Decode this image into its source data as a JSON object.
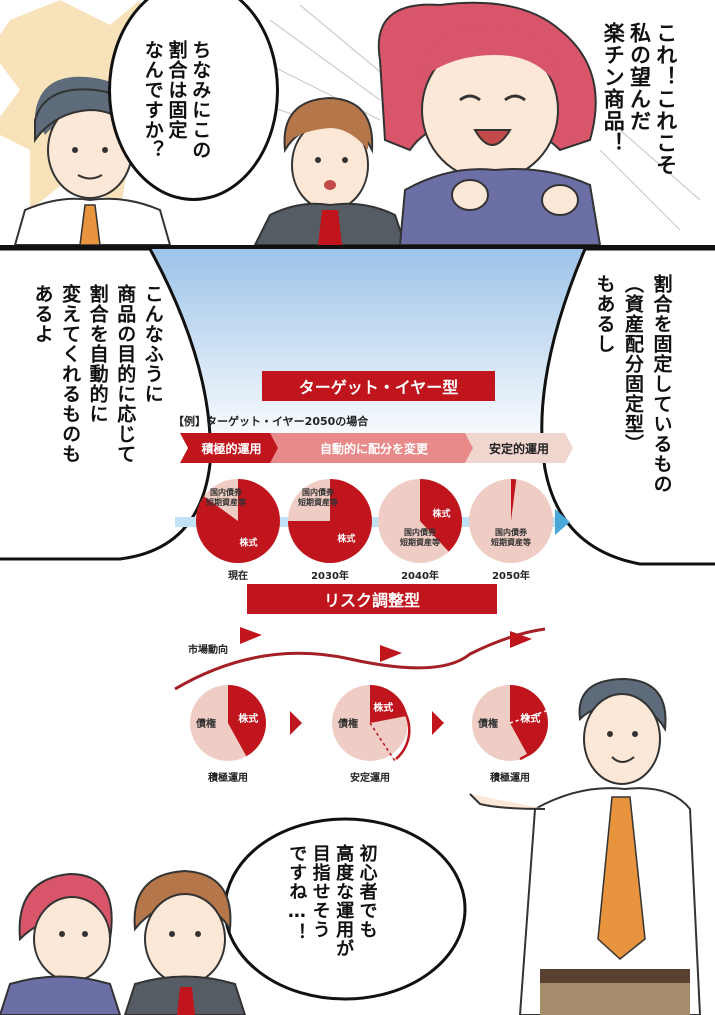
{
  "speech": {
    "top_left": "ちなみにこの割合は固定なんですか？",
    "top_right": "これ！これこそ私の望んだ楽チン商品！",
    "middle_left": "こんなふうに商品の目的に応じて割合を自動的に変えてくれるものもあるよ",
    "middle_right": "割合を固定しているもの（資産配分固定型）もあるし",
    "bottom": "初心者でも高度な運用が目指せそうですね…！"
  },
  "speech_columns": {
    "top_left": [
      "ちなみにこの",
      "割合は固定",
      "なんですか？"
    ],
    "top_right": [
      "これ！これこそ",
      "私の望んだ",
      "楽チン商品！"
    ],
    "middle_left": [
      "こんなふうに",
      "商品の目的に応じて",
      "割合を自動的に",
      "変えてくれるものも",
      "あるよ"
    ],
    "middle_right": [
      "割合を固定しているもの",
      "（資産配分固定型）",
      "もあるし"
    ],
    "bottom": [
      "初心者でも",
      "高度な運用が",
      "目指せそう",
      "ですね…！"
    ]
  },
  "infographic": {
    "target_year": {
      "banner": "ターゲット・イヤー型",
      "example": "【例】ターゲット・イヤー2050の場合",
      "phases": [
        "積極的運用",
        "自動的に配分を変更",
        "安定的運用"
      ],
      "pies": [
        {
          "label": "現在",
          "stock_share": 0.85,
          "stock_label": "株式",
          "other_label": "国内債券\n短期資産等"
        },
        {
          "label": "2030年",
          "stock_share": 0.75,
          "stock_label": "株式",
          "other_label": "国内債券\n短期資産等"
        },
        {
          "label": "2040年",
          "stock_share": 0.38,
          "stock_label": "株式",
          "other_label": "国内債券\n短期資産等"
        },
        {
          "label": "2050年",
          "stock_share": 0.02,
          "stock_label": "",
          "other_label": "国内債券\n短期資産等"
        }
      ]
    },
    "risk_adjust": {
      "banner": "リスク調整型",
      "market_label": "市場動向",
      "pies": [
        {
          "label": "積極運用",
          "stock_share": 0.42,
          "stock_label": "株式",
          "bond_label": "債権"
        },
        {
          "label": "安定運用",
          "stock_share": 0.22,
          "stock_label": "株式",
          "bond_label": "債権"
        },
        {
          "label": "積極運用",
          "stock_share": 0.42,
          "stock_label": "株式",
          "bond_label": "債権"
        }
      ]
    }
  },
  "colors": {
    "stock": "#c0151d",
    "bond": "#efcdc4",
    "banner": "#c0151d",
    "phase_light": "#e88a8a",
    "arrow_blue": "#4aa8d8",
    "sky": "#bcd6ee"
  }
}
